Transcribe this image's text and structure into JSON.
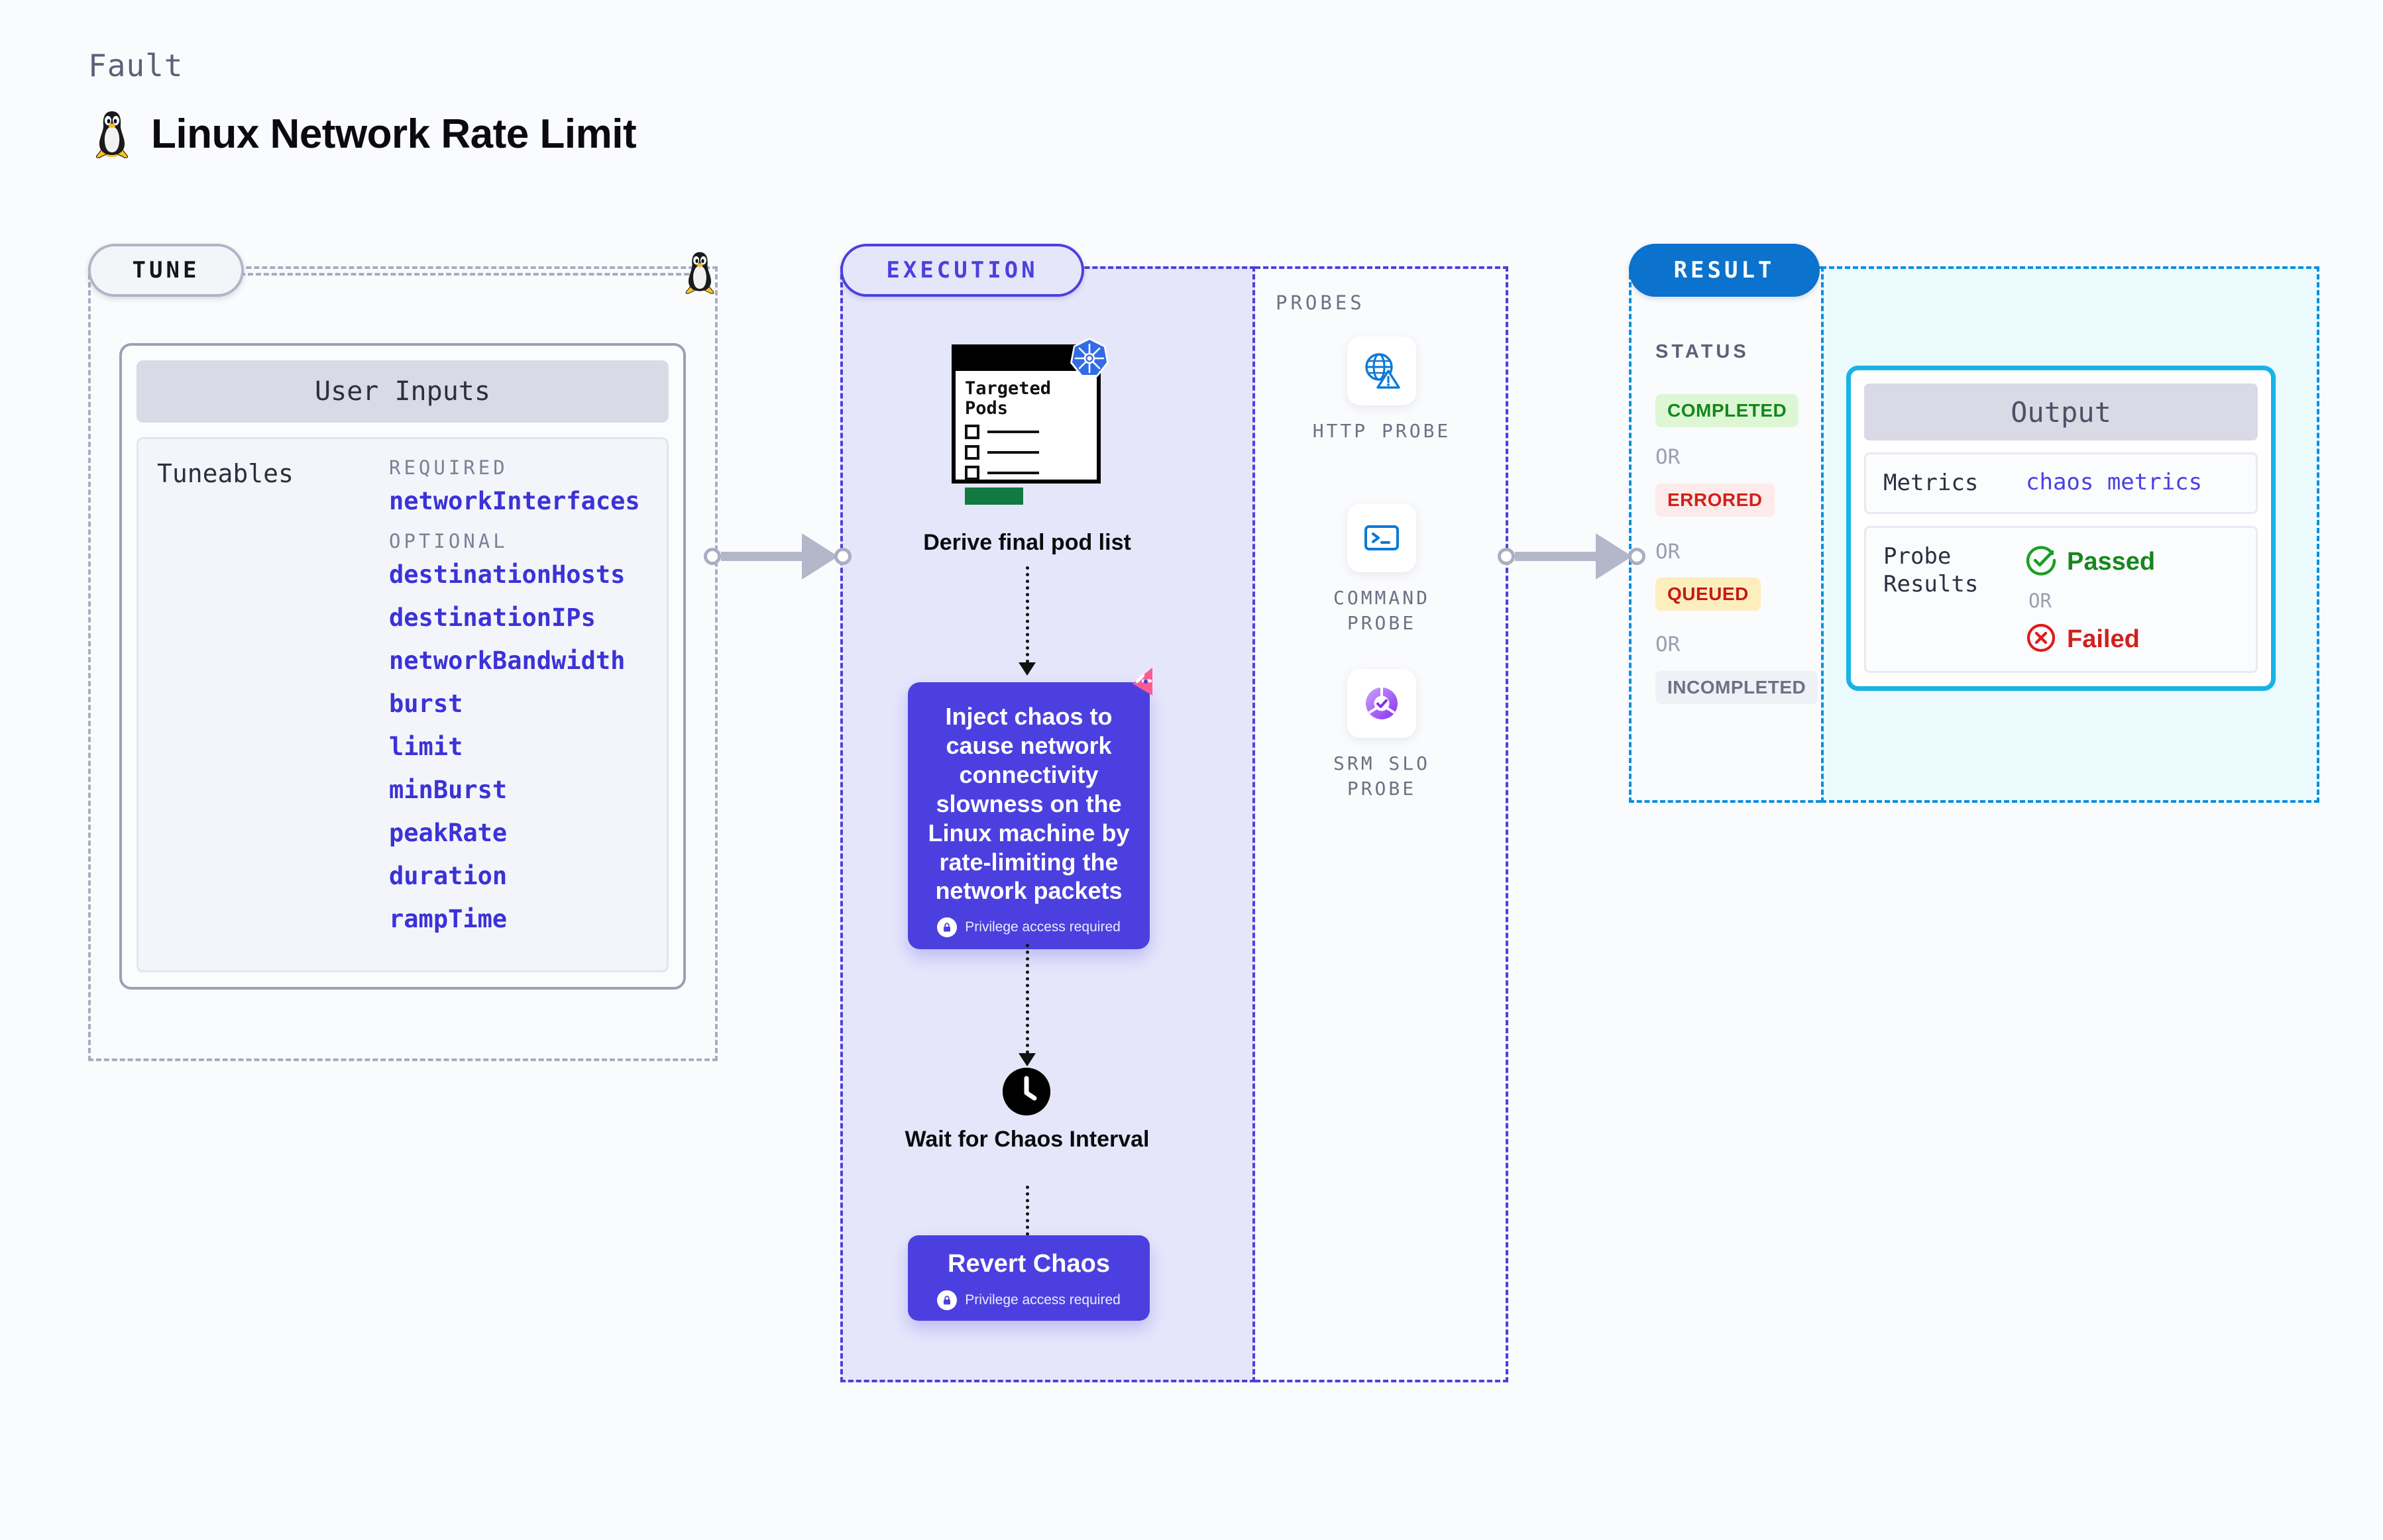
{
  "header": {
    "eyebrow": "Fault",
    "title": "Linux Network Rate Limit",
    "icon": "linux-penguin-icon"
  },
  "tune": {
    "pill_label": "TUNE",
    "icon": "linux-penguin-icon",
    "user_inputs": {
      "header": "User Inputs",
      "tuneables_label": "Tuneables",
      "required_heading": "REQUIRED",
      "required": [
        "networkInterfaces"
      ],
      "optional_heading": "OPTIONAL",
      "optional": [
        "destinationHosts",
        "destinationIPs",
        "networkBandwidth",
        "burst",
        "limit",
        "minBurst",
        "peakRate",
        "duration",
        "rampTime"
      ]
    }
  },
  "execution": {
    "pill_label": "EXECUTION",
    "targeted_pods": {
      "title": "Targeted\nPods",
      "badge_icon": "kubernetes-icon",
      "checkbox_count": 3
    },
    "derive_label": "Derive final pod list",
    "inject": {
      "text": "Inject chaos to cause network connectivity slowness on the Linux machine by rate-limiting the network packets",
      "privilege_note": "Privilege access required",
      "lock_icon": "lock-icon",
      "logo_icon": "litmuschaos-icon"
    },
    "wait": {
      "icon": "clock-icon",
      "label": "Wait for Chaos Interval"
    },
    "revert": {
      "title": "Revert Chaos",
      "privilege_note": "Privilege access required",
      "lock_icon": "lock-icon"
    }
  },
  "probes": {
    "title": "PROBES",
    "items": [
      {
        "label": "HTTP PROBE",
        "icon": "globe-warning-icon"
      },
      {
        "label": "COMMAND\nPROBE",
        "icon": "terminal-icon"
      },
      {
        "label": "SRM SLO\nPROBE",
        "icon": "slo-donut-check-icon"
      }
    ]
  },
  "result": {
    "pill_label": "RESULT",
    "status_title": "STATUS",
    "or_label": "OR",
    "statuses": [
      {
        "label": "COMPLETED",
        "bg": "#ddf7d5",
        "fg": "#17871d"
      },
      {
        "label": "ERRORED",
        "bg": "#fdebeb",
        "fg": "#d0211c"
      },
      {
        "label": "QUEUED",
        "bg": "#fdeebd",
        "fg": "#c61a14"
      },
      {
        "label": "INCOMPLETED",
        "bg": "#f0f0f7",
        "fg": "#6b7283"
      }
    ],
    "output": {
      "header": "Output",
      "metrics_key": "Metrics",
      "metrics_value": "chaos metrics",
      "probe_results_key": "Probe Results",
      "passed_label": "Passed",
      "passed_icon": "check-circle-icon",
      "or_label": "OR",
      "failed_label": "Failed",
      "failed_icon": "x-circle-icon"
    }
  },
  "colors": {
    "accent_purple": "#4b40df",
    "accent_blue": "#0b72ce",
    "accent_cyan": "#17b3e6",
    "grey_border": "#a7adc0",
    "page_bg": "#fafbfd"
  }
}
